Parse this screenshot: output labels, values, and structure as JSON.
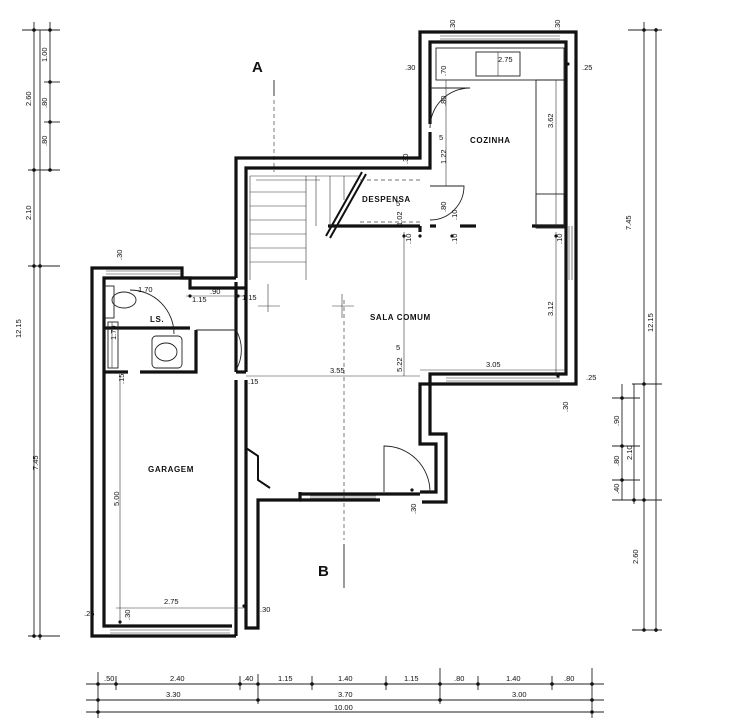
{
  "rooms": {
    "cozinha": "COZINHA",
    "despensa": "DESPENSA",
    "sala": "SALA COMUM",
    "ls": "LS.",
    "garagem": "GARAGEM"
  },
  "sections": {
    "a": "A",
    "b": "B"
  },
  "dims": {
    "left_col": {
      "d1": "1.00",
      "d2": ".80",
      "d3": ".80",
      "d4": "2.10",
      "sub": "2.60",
      "total": "12.15",
      "bottom": "7.45"
    },
    "right_col": {
      "total": "12.15",
      "upper": "7.45",
      "d1": ".90",
      "d2": ".80",
      "d3": ".40",
      "sub": "2.10",
      "d4": "2.60"
    },
    "bottom_rows": {
      "r1": [
        ".50",
        "2.40",
        ".40",
        "1.15",
        "1.40",
        "1.15",
        ".80",
        "1.40",
        ".80"
      ],
      "r2": [
        "3.30",
        "3.70",
        "3.00"
      ],
      "r3": "10.00"
    },
    "interior": {
      "top_30a": ".30",
      "top_30b": ".30",
      "k_30": ".30",
      "k_25": ".25",
      "k_275": "2.75",
      "k_70": ".70",
      "k_80": ".80",
      "k_362": "3.62",
      "k_1225": "1.22",
      "k_1225_sup": "5",
      "d_30": ".30",
      "d_80": ".80",
      "d_10a": ".10",
      "d_1025": "1.02",
      "d_1025_sup": "5",
      "d_10b": ".10",
      "d_10c": ".10",
      "s_312": "3.12",
      "s_10": ".10",
      "ls_30": ".30",
      "ls_170a": "1.70",
      "ls_90": ".90",
      "ls_115a": "1.15",
      "ls_115b": "1.15",
      "ls_170b": "1.70",
      "ls_15": ".15",
      "s_15": ".15",
      "s_355": "3.55",
      "s_5225": "5.22",
      "s_5225_sup": "5",
      "s_305": "3.05",
      "s_25": ".25",
      "s_30": ".30",
      "g_500": "5.00",
      "g_275": "2.75",
      "g_25": ".25",
      "g_30a": ".30",
      "g_30b": ".30",
      "e_30": ".30"
    }
  }
}
